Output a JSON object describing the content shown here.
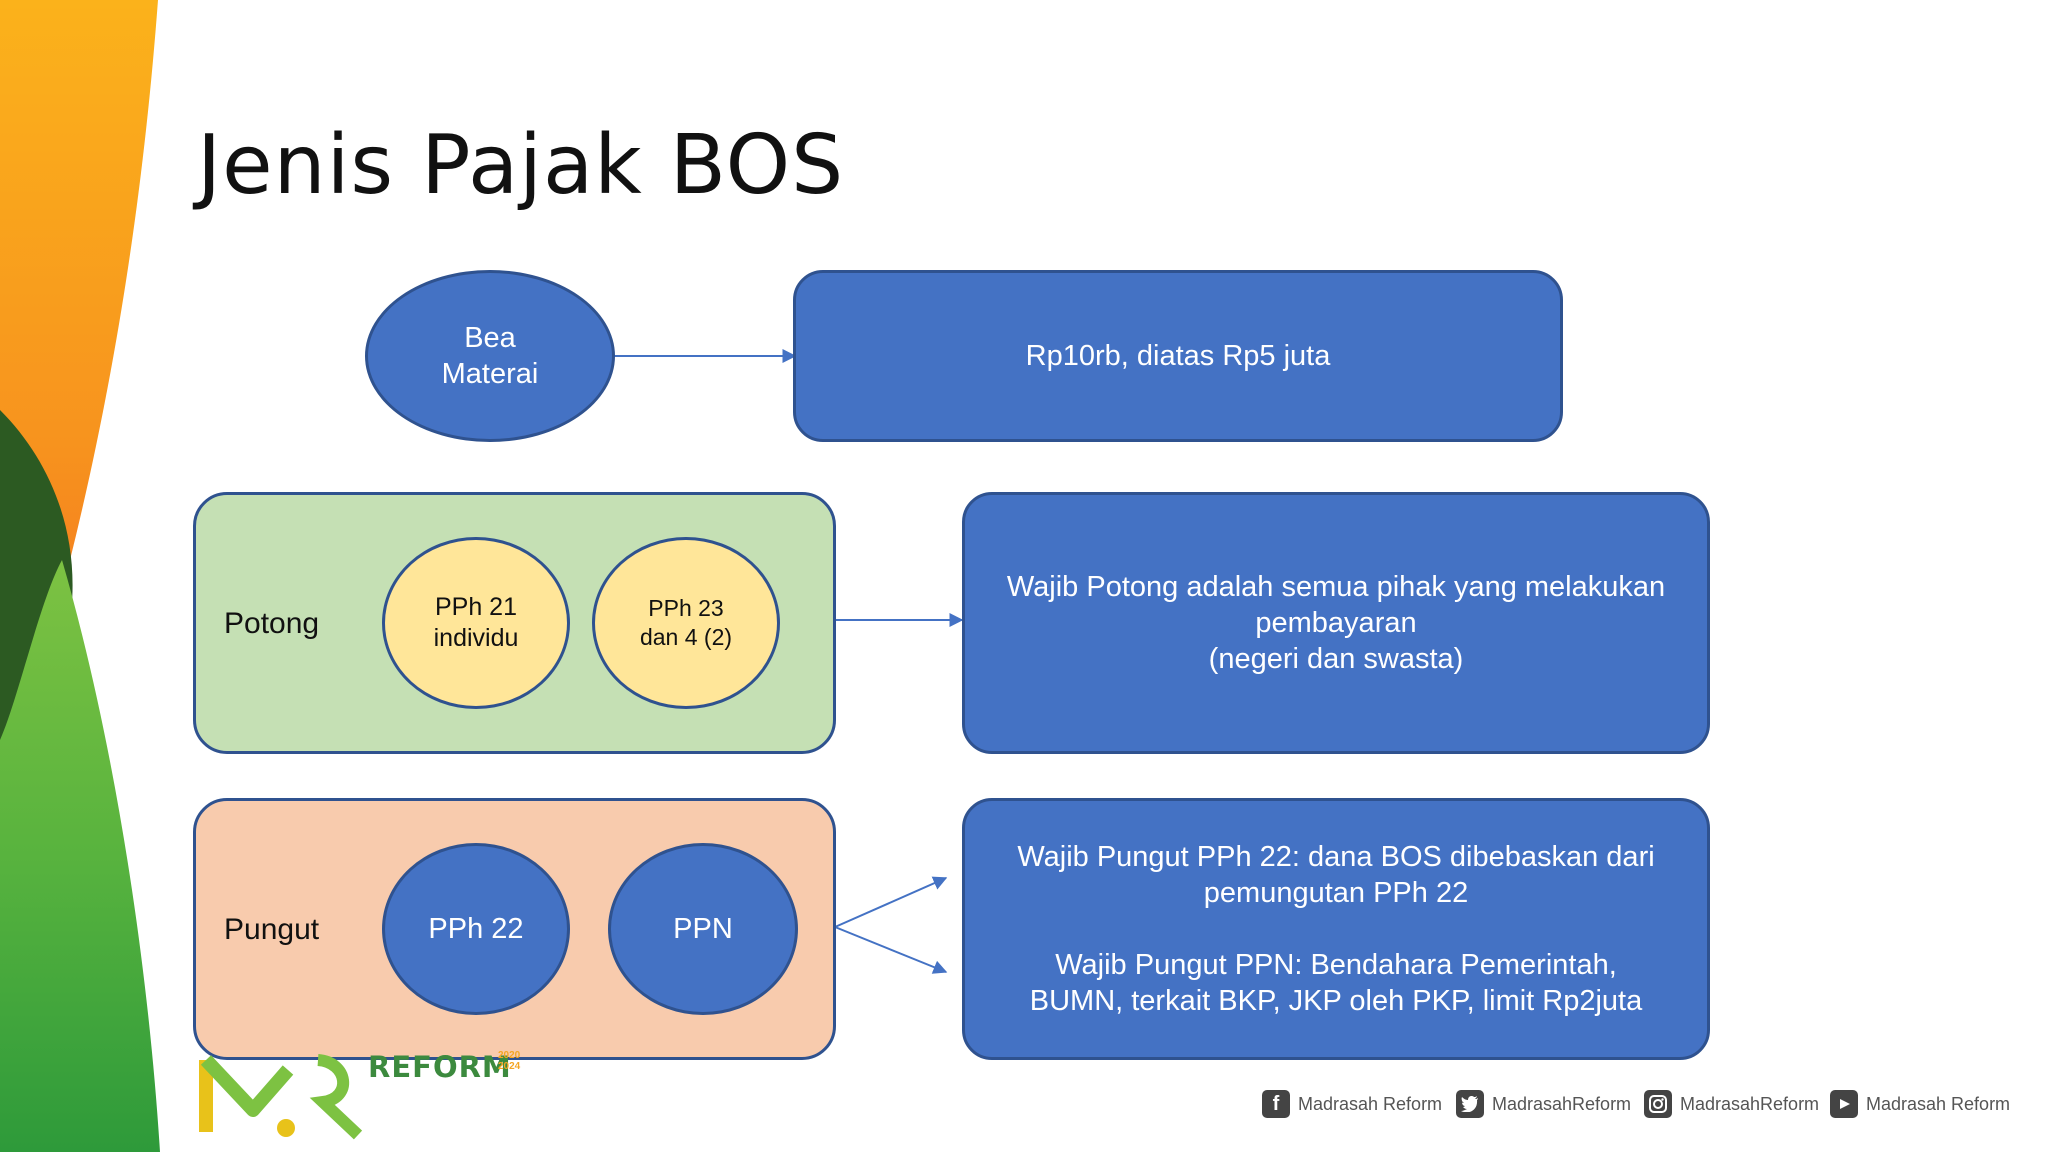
{
  "title": "Jenis Pajak BOS",
  "bea": {
    "label": "Bea\nMaterai",
    "desc": "Rp10rb, diatas Rp5 juta"
  },
  "potong": {
    "label": "Potong",
    "items": [
      "PPh 21\nindividu",
      "PPh 23\ndan 4 (2)"
    ],
    "desc": "Wajib Potong adalah semua pihak yang melakukan\npembayaran\n(negeri dan swasta)"
  },
  "pungut": {
    "label": "Pungut",
    "items": [
      "PPh 22",
      "PPN"
    ],
    "desc": "Wajib Pungut PPh 22: dana BOS dibebaskan dari\npemungutan PPh 22\n\nWajib Pungut PPN: Bendahara Pemerintah,\nBUMN, terkait BKP, JKP oleh PKP, limit Rp2juta"
  },
  "colors": {
    "blue": "#4472c4",
    "border": "#2f528f",
    "potong_bg": "#c5e0b4",
    "pungut_bg": "#f8cbad",
    "yellow": "#ffe699"
  },
  "footer": {
    "brand": "REFORM",
    "brand_years": "2020\n2024",
    "social": [
      {
        "icon": "facebook-icon",
        "label": "Madrasah Reform"
      },
      {
        "icon": "twitter-icon",
        "label": "MadrasahReform"
      },
      {
        "icon": "instagram-icon",
        "label": "MadrasahReform"
      },
      {
        "icon": "youtube-icon",
        "label": "Madrasah Reform"
      }
    ]
  }
}
